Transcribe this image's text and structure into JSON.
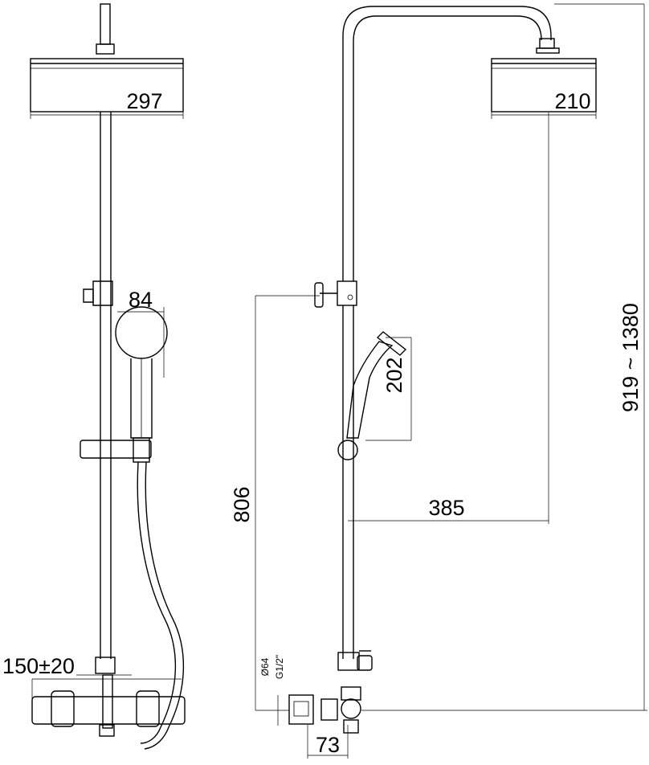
{
  "dimensions": {
    "front_head_width": "297",
    "side_head_width": "210",
    "hand_shower_head": "84",
    "hand_shower_side": "202",
    "total_height": "919 ~ 1380",
    "bracket_height": "806",
    "arm_reach": "385",
    "center_distance": "150±20",
    "wall_offset": "73",
    "diameter": "Ø64",
    "thread": "G1/2\""
  },
  "colors": {
    "line": "#000000",
    "background": "#ffffff"
  }
}
